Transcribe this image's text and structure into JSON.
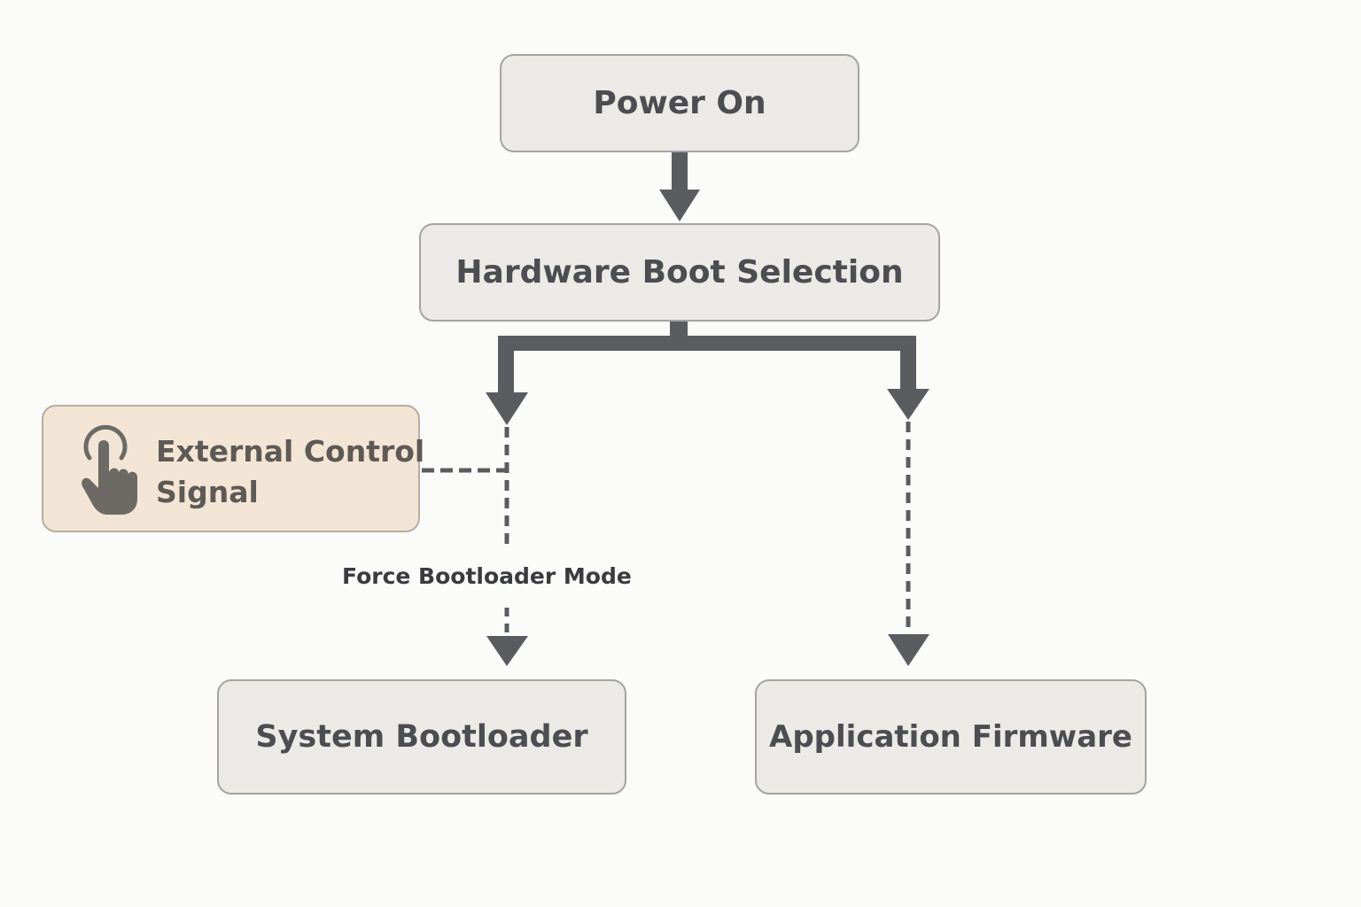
{
  "diagram": {
    "title": "Boot flow",
    "nodes": {
      "power_on": "Power On",
      "hardware_boot_selection": "Hardware Boot Selection",
      "external_control_signal": {
        "line1": "External Control",
        "line2": "Signal",
        "icon": "tap-hand-icon"
      },
      "system_bootloader": "System Bootloader",
      "application_firmware": "Application Firmware"
    },
    "edges": [
      {
        "from": "Power On",
        "to": "Hardware Boot Selection",
        "style": "solid"
      },
      {
        "from": "Hardware Boot Selection",
        "to": "System Bootloader",
        "style": "solid-then-dashed"
      },
      {
        "from": "Hardware Boot Selection",
        "to": "Application Firmware",
        "style": "solid-then-dashed"
      },
      {
        "from": "External Control Signal",
        "to": "System Bootloader",
        "style": "dashed",
        "label": "Force Bootloader Mode"
      }
    ],
    "colors": {
      "node_fill": "#ebeae7",
      "node_border": "#a4a4a2",
      "external_fill": "#f2e5d5",
      "connector": "#5a5c60",
      "text": "#4c4d51"
    }
  }
}
